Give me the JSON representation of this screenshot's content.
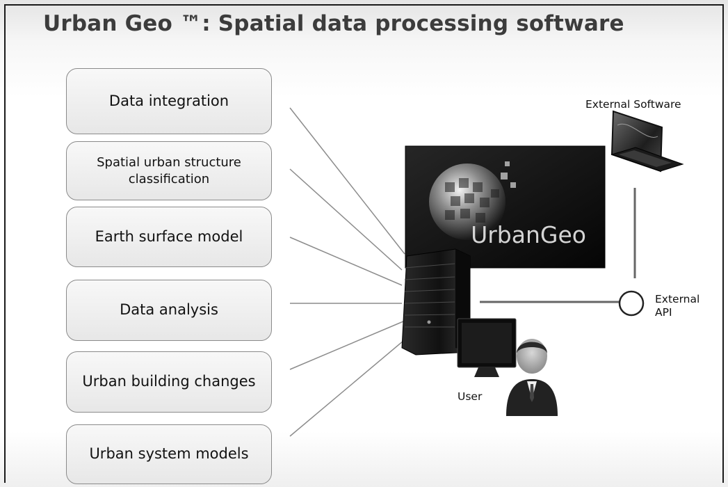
{
  "title": "Urban Geo ™: Spatial data processing software",
  "modules": [
    {
      "label": "Data integration"
    },
    {
      "label": "Spatial urban structure classification"
    },
    {
      "label": "Earth surface model"
    },
    {
      "label": "Data analysis"
    },
    {
      "label": "Urban building changes"
    },
    {
      "label": "Urban system models"
    }
  ],
  "product_logo": "UrbanGeo",
  "external_software_label": "External Software",
  "external_api_label": "External API",
  "user_label": "User",
  "icons": [
    "server-tower-icon",
    "laptop-icon",
    "monitor-icon",
    "user-avatar-icon",
    "api-node-icon",
    "globe-cubes-icon"
  ]
}
